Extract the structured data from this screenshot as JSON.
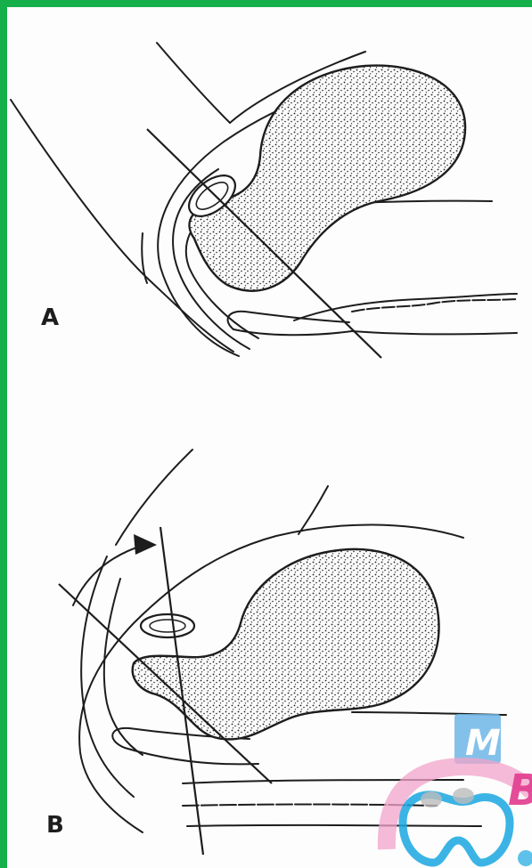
{
  "panels": [
    {
      "label": "A"
    },
    {
      "label": "B"
    }
  ],
  "watermark": {
    "letters": [
      "M",
      "B"
    ],
    "colors": {
      "blue": "#6fb6e6",
      "pink": "#f2a3c9",
      "magenta": "#e23c8f",
      "cyan": "#19a7e0"
    }
  },
  "colors": {
    "border": "#16b04a",
    "ink": "#1d1d1d",
    "background": "#fdfdfd"
  }
}
